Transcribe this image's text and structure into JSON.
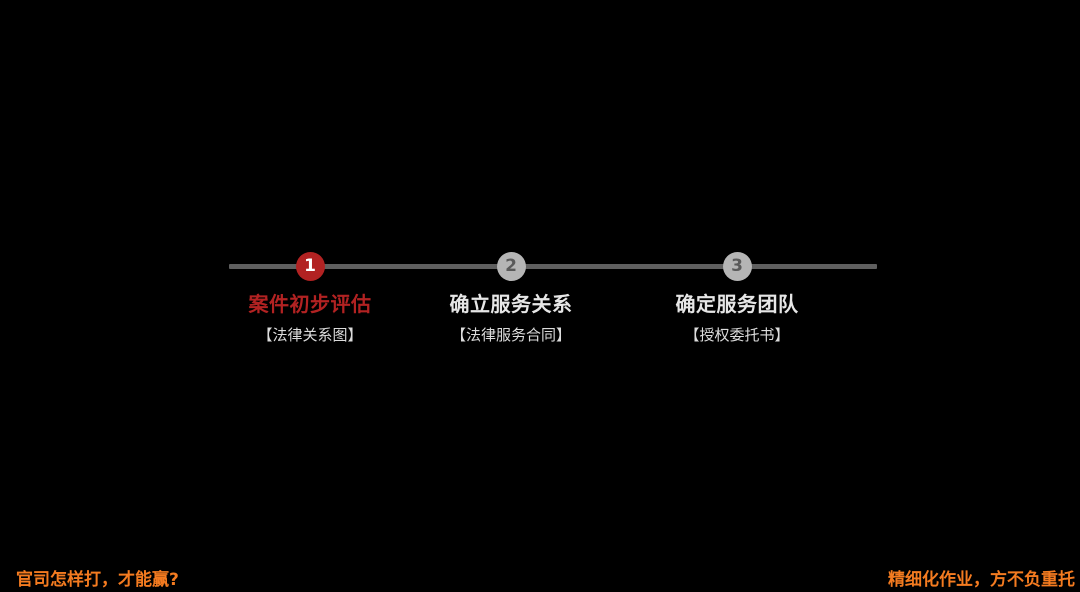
{
  "timeline": {
    "steps": [
      {
        "number": "1",
        "title": "案件初步评估",
        "subtitle": "【法律关系图】",
        "state": "active"
      },
      {
        "number": "2",
        "title": "确立服务关系",
        "subtitle": "【法律服务合同】",
        "state": "inactive"
      },
      {
        "number": "3",
        "title": "确定服务团队",
        "subtitle": "【授权委托书】",
        "state": "inactive"
      }
    ]
  },
  "footer": {
    "left_text": "官司怎样打，才能赢?",
    "right_text": "精细化作业，方不负重托"
  },
  "colors": {
    "active": "#b22222",
    "inactive_marker": "#b5b5b5",
    "line": "#5f5f5f",
    "footer": "#f47b20"
  }
}
